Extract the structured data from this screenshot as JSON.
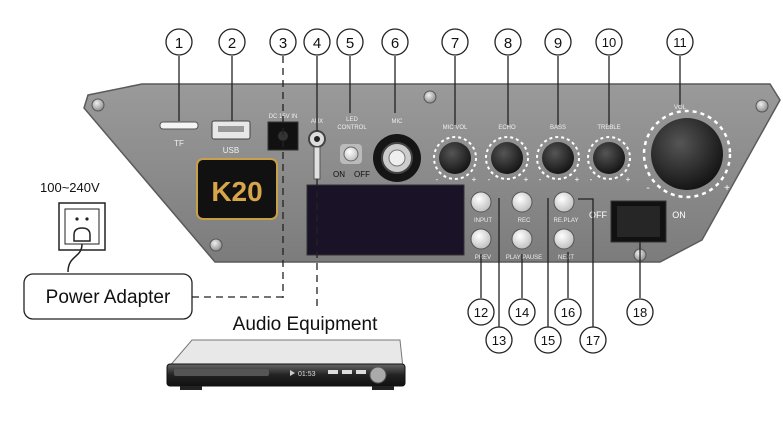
{
  "callouts": [
    "1",
    "2",
    "3",
    "4",
    "5",
    "6",
    "7",
    "8",
    "9",
    "10",
    "11",
    "12",
    "13",
    "14",
    "15",
    "16",
    "17",
    "18"
  ],
  "panel": {
    "tf": "TF",
    "usb": "USB",
    "dc_in": "DC 15V IN",
    "aux": "AUX",
    "led_control": [
      "LED",
      "CONTROL"
    ],
    "led_on": "ON",
    "led_off": "OFF",
    "mic": "MIC",
    "logo": "K20",
    "knobs": [
      {
        "label": "MIC VOL",
        "minus": "-",
        "plus": "+"
      },
      {
        "label": "ECHO",
        "minus": "-",
        "plus": "+"
      },
      {
        "label": "BASS",
        "minus": "-",
        "plus": "+"
      },
      {
        "label": "TREBLE",
        "minus": "-",
        "plus": "+"
      },
      {
        "label": "VOL",
        "minus": "-",
        "plus": "+"
      }
    ],
    "buttons": [
      "INPUT",
      "REC",
      "RE.PLAY",
      "PREV",
      "PLAY PAUSE",
      "NEXT"
    ],
    "power_off": "OFF",
    "power_on": "ON"
  },
  "outlet": {
    "voltage": "100~240V"
  },
  "adapter": {
    "label": "Power Adapter"
  },
  "audio": {
    "label": "Audio Equipment",
    "display": "01:53"
  }
}
